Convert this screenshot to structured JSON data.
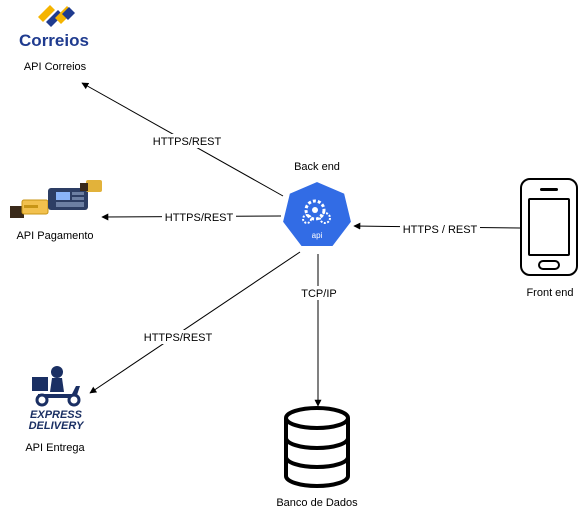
{
  "nodes": {
    "correios": {
      "logo_text": "Correios",
      "label": "API Correios"
    },
    "pagamento": {
      "label": "API Pagamento"
    },
    "entrega": {
      "logo_line1": "EXPRESS",
      "logo_line2": "DELIVERY",
      "label": "API Entrega"
    },
    "backend": {
      "label": "Back end",
      "icon_text": "api"
    },
    "frontend": {
      "label": "Front end"
    },
    "database": {
      "label": "Banco de Dados"
    }
  },
  "edges": {
    "to_correios": "HTTPS/REST",
    "to_pagamento": "HTTPS/REST",
    "to_entrega": "HTTPS/REST",
    "from_frontend": "HTTPS / REST",
    "to_database": "TCP/IP"
  },
  "colors": {
    "correios_blue": "#1f3b8f",
    "correios_yellow": "#f5b400",
    "kube_blue": "#326ce5",
    "delivery_navy": "#1a2f63",
    "line": "#000000"
  },
  "icons": {
    "correios": "correios-logo-icon",
    "pagamento": "card-payment-icon",
    "entrega": "delivery-scooter-icon",
    "backend": "kubernetes-api-icon",
    "frontend": "smartphone-icon",
    "database": "database-cylinder-icon"
  }
}
